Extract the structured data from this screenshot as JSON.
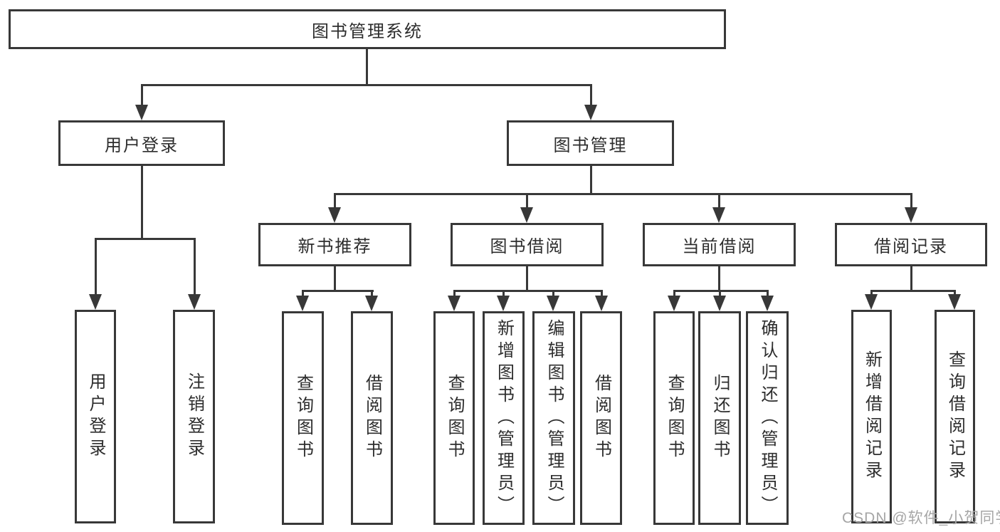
{
  "diagram": {
    "root": {
      "label": "图书管理系统"
    },
    "branches": {
      "user_login": {
        "label": "用户登录",
        "children": [
          {
            "label": "用户登录"
          },
          {
            "label": "注销登录"
          }
        ]
      },
      "book_management": {
        "label": "图书管理",
        "sections": {
          "new_books": {
            "label": "新书推荐",
            "children": [
              {
                "label": "查询图书"
              },
              {
                "label": "借阅图书"
              }
            ]
          },
          "book_borrowing": {
            "label": "图书借阅",
            "children": [
              {
                "label": "查询图书"
              },
              {
                "label": "新增图书（管理员）"
              },
              {
                "label": "编辑图书（管理员）"
              },
              {
                "label": "借阅图书"
              }
            ]
          },
          "current_borrowing": {
            "label": "当前借阅",
            "children": [
              {
                "label": "查询图书"
              },
              {
                "label": "归还图书"
              },
              {
                "label": "确认归还（管理员）"
              }
            ]
          },
          "borrowing_records": {
            "label": "借阅记录",
            "children": [
              {
                "label": "新增借阅记录"
              },
              {
                "label": "查询借阅记录"
              }
            ]
          }
        }
      }
    },
    "watermark": {
      "text": "CSDN @软件_小贺同学"
    },
    "colors": {
      "line": "#383838",
      "text": "#2d2d2d",
      "watermark": "#a6a6a6"
    }
  }
}
